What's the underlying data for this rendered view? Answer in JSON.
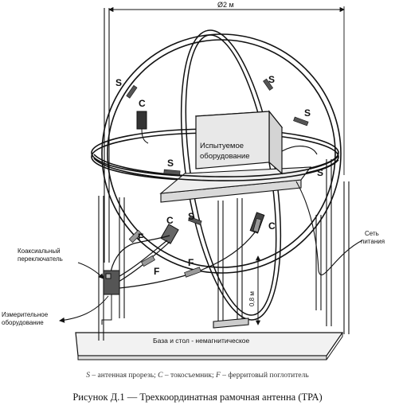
{
  "diagram": {
    "dimension_top": "Ø2 м",
    "dimension_side": "0,8 м",
    "eut_label_line1": "Испытуемое",
    "eut_label_line2": "оборудование",
    "coaxial_switch_line1": "Коаксиальный",
    "coaxial_switch_line2": "переключатель",
    "measuring_equipment_line1": "Измерительное",
    "measuring_equipment_line2": "оборудование",
    "mains_line1": "Сеть",
    "mains_line2": "питания",
    "base_label": "База и стол - немагнитическое",
    "slit_letter": "S",
    "current_probe_letter": "C",
    "ferrite_letter": "F"
  },
  "legend": {
    "s_sym": "S",
    "s_text": " – антенная прорезь; ",
    "c_sym": "C",
    "c_text": " – токосъемник; ",
    "f_sym": "F",
    "f_text": " – ферритовый поглотитель"
  },
  "caption": "Рисунок Д.1 — Трехкоординатная рамочная антенна (ТРА)"
}
